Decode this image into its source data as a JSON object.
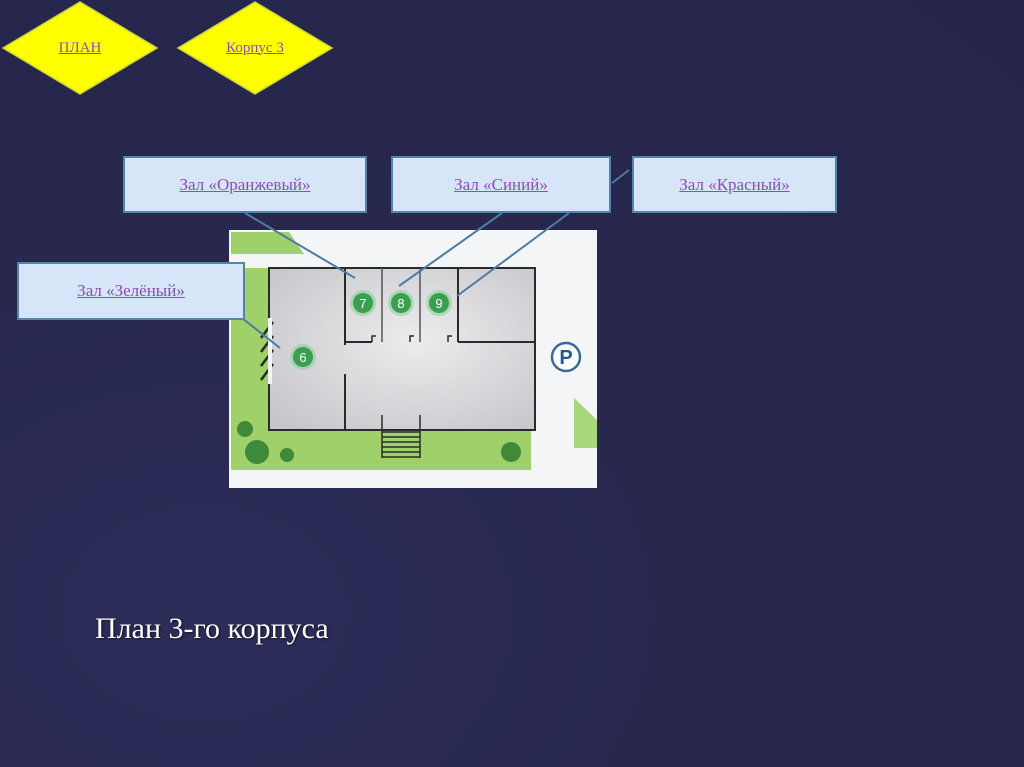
{
  "nav": {
    "plan_label": "ПЛАН",
    "korpus_label": "Корпус 3"
  },
  "halls": {
    "orange": "Зал «Оранжевый»",
    "blue": "Зал «Синий»",
    "red": "Зал «Красный»",
    "green": "Зал «Зелёный»"
  },
  "map": {
    "room_markers": [
      "6",
      "7",
      "8",
      "9"
    ],
    "parking_label": "P"
  },
  "title": "План 3-го корпуса",
  "colors": {
    "background": "#28284f",
    "diamond": "#ffff00",
    "link": "#8a4fb8",
    "callout_bg": "#d6e5f7",
    "callout_border": "#5683a8",
    "marker": "#3aa050"
  }
}
